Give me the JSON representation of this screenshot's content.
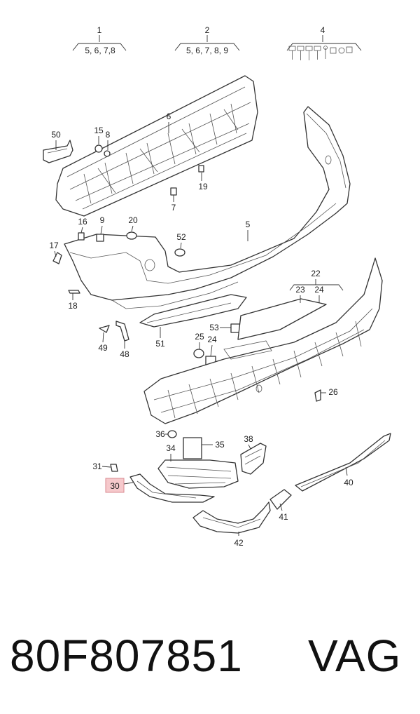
{
  "groups": [
    {
      "number": "1",
      "members": "5, 6, 7,8"
    },
    {
      "number": "2",
      "members": "5, 6, 7, 8, 9"
    },
    {
      "number": "4",
      "members": ""
    }
  ],
  "callouts": [
    "50",
    "15",
    "8",
    "6",
    "19",
    "7",
    "16",
    "9",
    "20",
    "52",
    "5",
    "17",
    "18",
    "22",
    "23",
    "24",
    "53",
    "25",
    "24",
    "51",
    "49",
    "48",
    "26",
    "36",
    "35",
    "34",
    "38",
    "31",
    "30",
    "40",
    "41",
    "42"
  ],
  "highlighted_callout": "30",
  "footer": {
    "part_number": "80F807851",
    "brand": "VAG"
  },
  "colors": {
    "highlight_fill": "#f6c9cc",
    "highlight_border": "#d98a91",
    "line": "#333333"
  }
}
